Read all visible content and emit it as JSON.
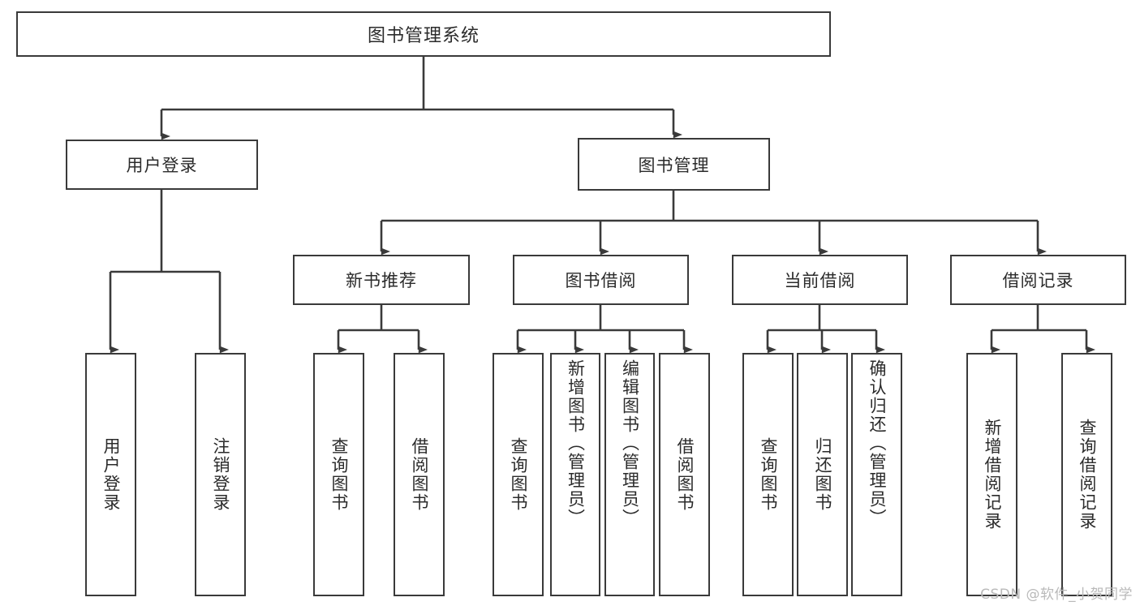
{
  "diagram": {
    "title": "图书管理系统",
    "type": "tree-hierarchy",
    "colors": {
      "stroke": "#3a3a3a",
      "fill": "#ffffff",
      "text": "#2b2b2b",
      "watermark": "#b9b9b9"
    },
    "root": {
      "label": "图书管理系统"
    },
    "level1": [
      {
        "label": "用户登录"
      },
      {
        "label": "图书管理"
      }
    ],
    "level2": [
      {
        "label": "新书推荐"
      },
      {
        "label": "图书借阅"
      },
      {
        "label": "当前借阅"
      },
      {
        "label": "借阅记录"
      }
    ],
    "leaves": {
      "user_login": [
        {
          "label": "用户登录"
        },
        {
          "label": "注销登录"
        }
      ],
      "new_book_recommend": [
        {
          "label": "查询图书"
        },
        {
          "label": "借阅图书"
        }
      ],
      "book_borrow": [
        {
          "label": "查询图书"
        },
        {
          "label": "新增图书（管理员）"
        },
        {
          "label": "编辑图书（管理员）"
        },
        {
          "label": "借阅图书"
        }
      ],
      "current_borrow": [
        {
          "label": "查询图书"
        },
        {
          "label": "归还图书"
        },
        {
          "label": "确认归还（管理员）"
        }
      ],
      "borrow_record": [
        {
          "label": "新增借阅记录"
        },
        {
          "label": "查询借阅记录"
        }
      ]
    }
  },
  "watermark": {
    "text": "CSDN @软件_小贺同学"
  }
}
